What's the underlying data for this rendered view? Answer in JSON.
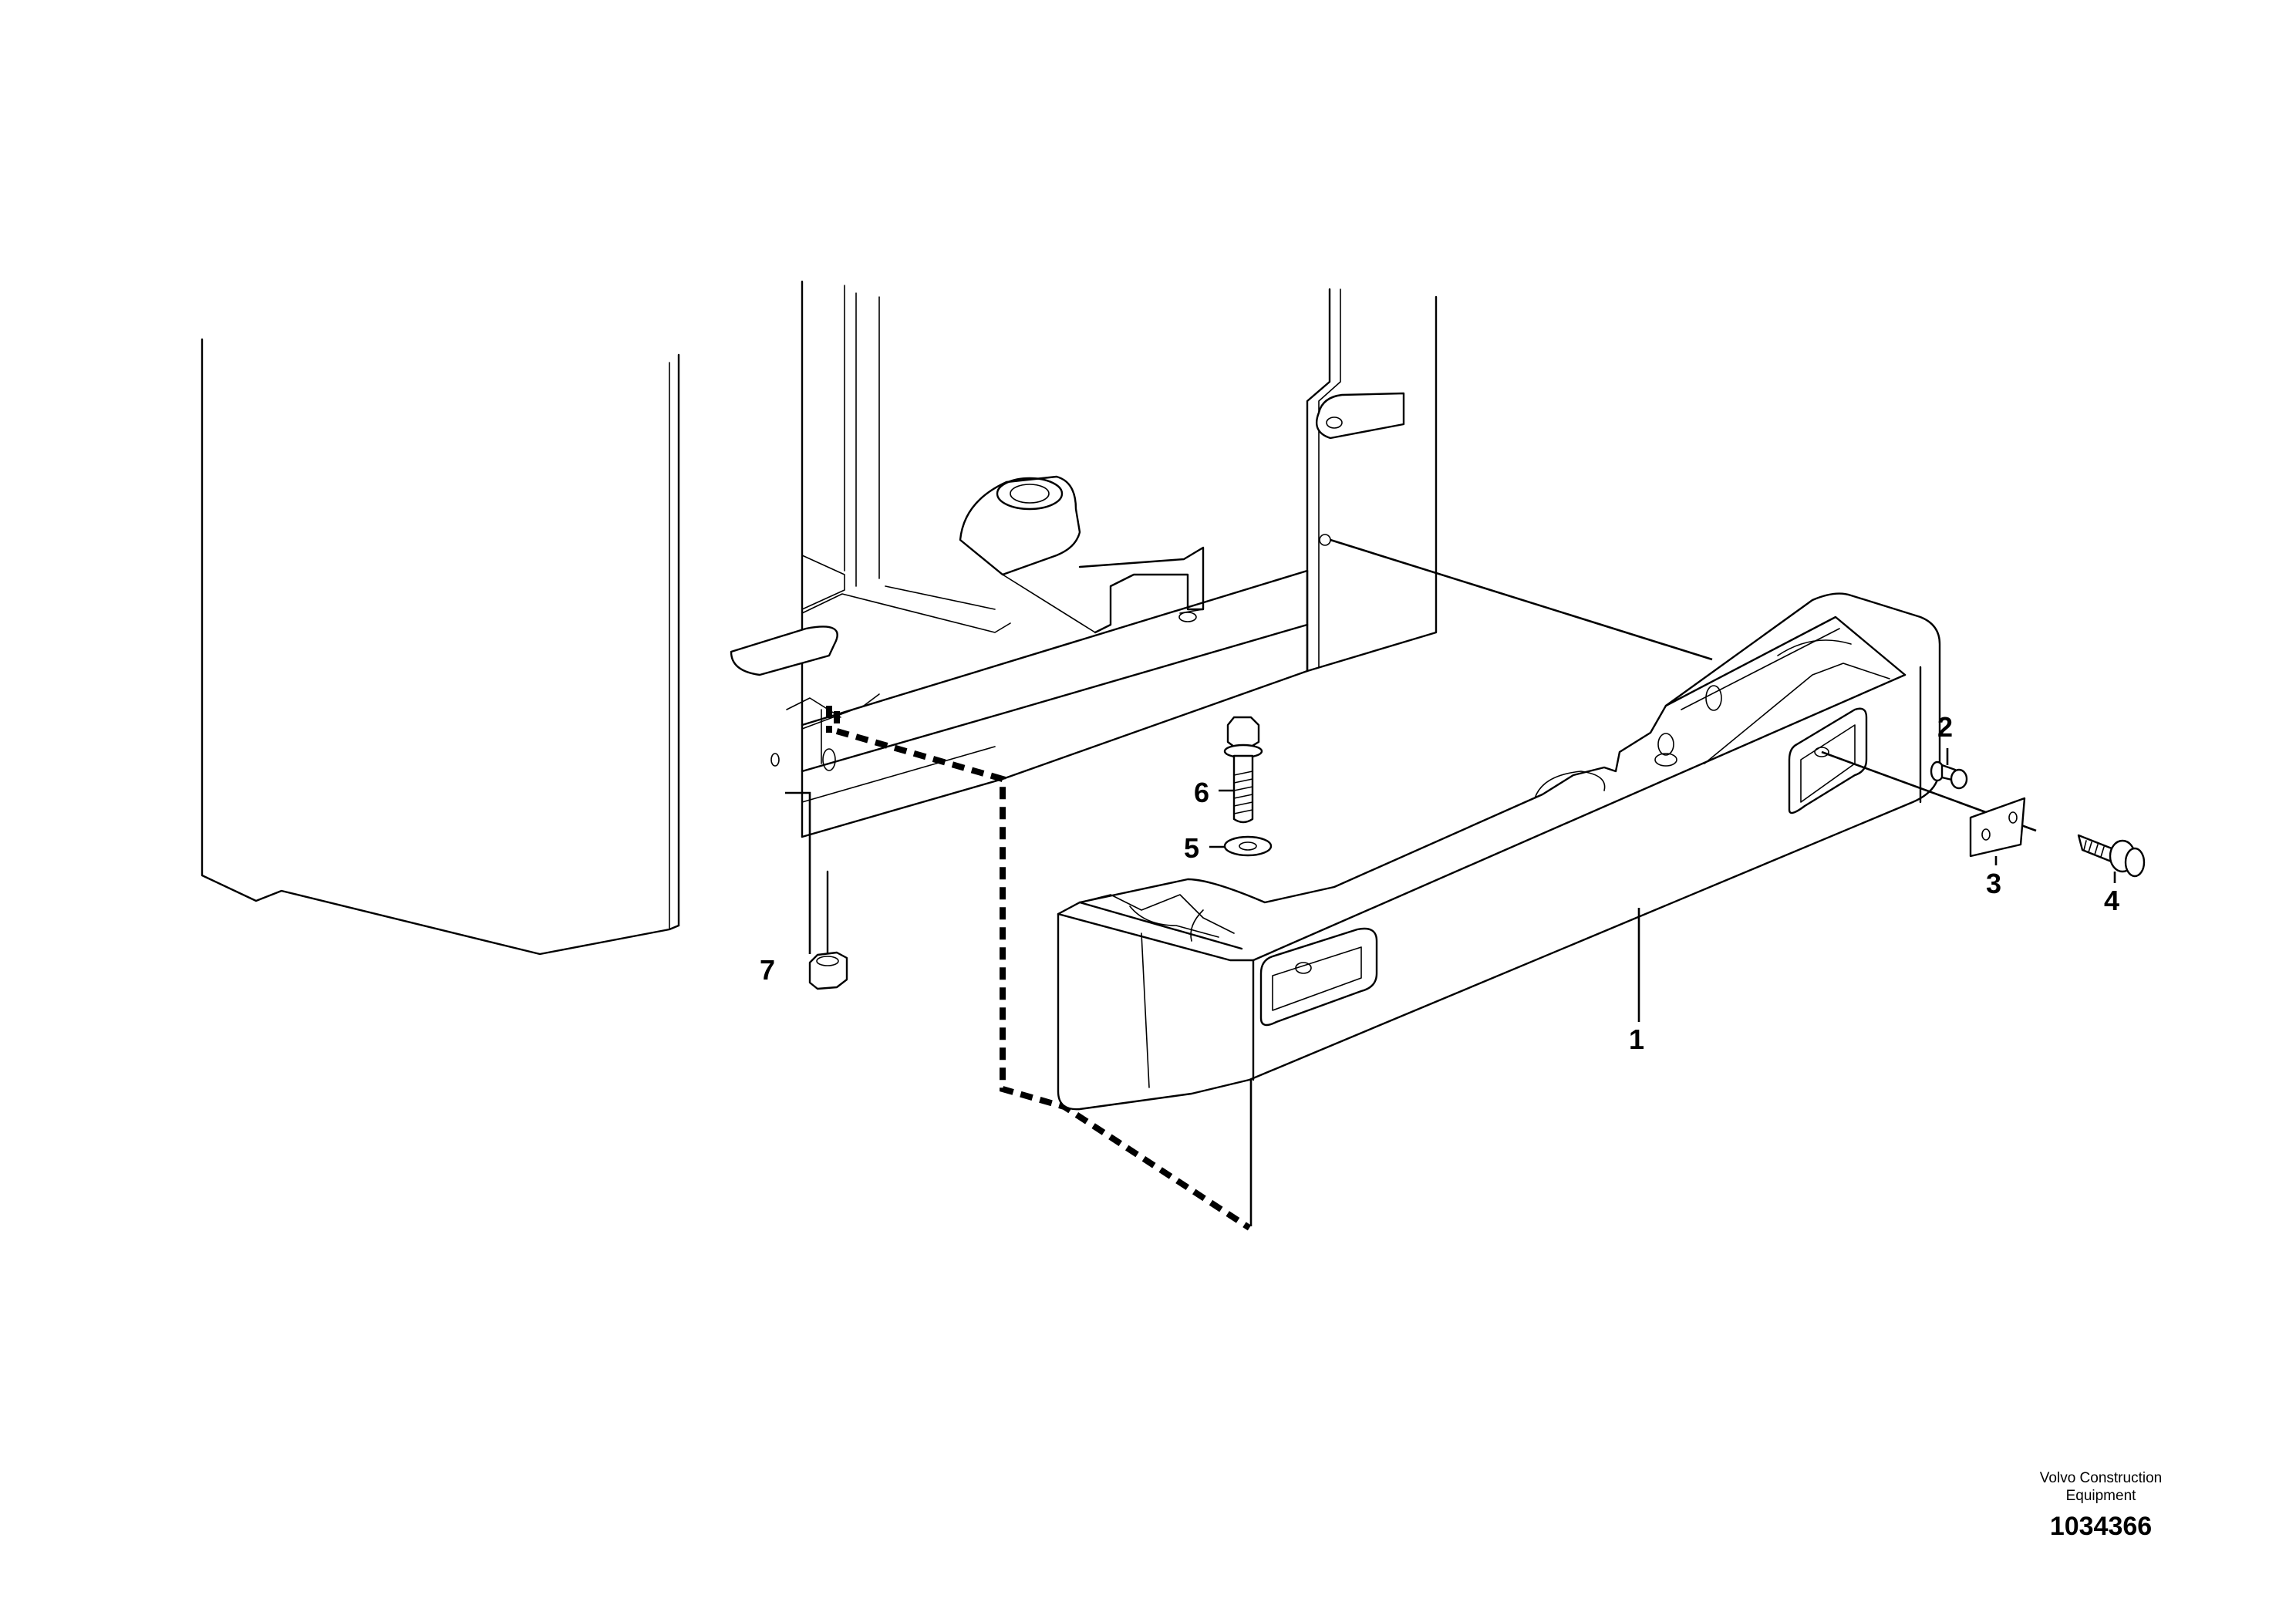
{
  "diagram": {
    "callouts": [
      {
        "id": "1",
        "label": "1"
      },
      {
        "id": "2",
        "label": "2"
      },
      {
        "id": "3",
        "label": "3"
      },
      {
        "id": "4",
        "label": "4"
      },
      {
        "id": "5",
        "label": "5"
      },
      {
        "id": "6",
        "label": "6"
      },
      {
        "id": "7",
        "label": "7"
      }
    ]
  },
  "footer": {
    "brand_line1": "Volvo Construction",
    "brand_line2": "Equipment",
    "illustration_number": "1034366"
  }
}
